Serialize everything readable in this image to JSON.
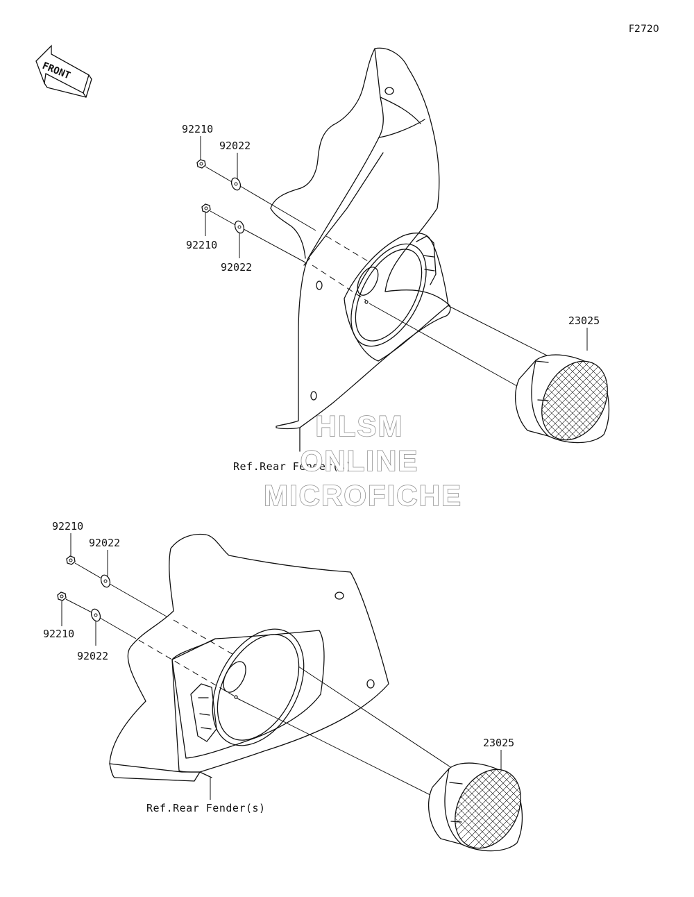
{
  "figure_code": "F2720",
  "front_label": "FRONT",
  "watermark": [
    "HLSM",
    "ONLINE",
    "MICROFICHE"
  ],
  "upper_assembly": {
    "nut_top": "92210",
    "washer_top": "92022",
    "nut_bottom": "92210",
    "washer_bottom": "92022",
    "reflector": "23025",
    "ref_note": "Ref.Rear Fender(s)"
  },
  "lower_assembly": {
    "nut_top": "92210",
    "washer_top": "92022",
    "nut_bottom": "92210",
    "washer_bottom": "92022",
    "reflector": "23025",
    "ref_note": "Ref.Rear Fender(s)"
  }
}
